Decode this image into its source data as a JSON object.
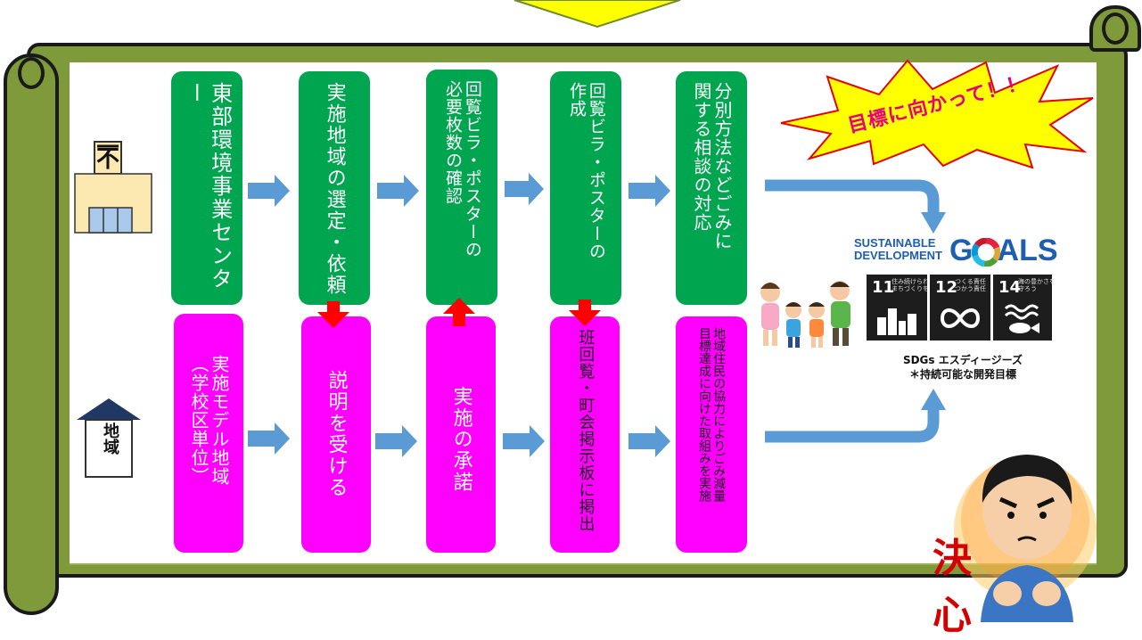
{
  "top_row": [
    "東部環境事業センター",
    "実施地域の選定・依頼",
    "回覧ビラ・ポスターの\n必要枚数の確認",
    "回覧ビラ・ポスターの\n作成",
    "分別方法などごみに\n関する相談の対応"
  ],
  "bottom_row": [
    "実施モデル地域\n（学校区単位）",
    "説明を受ける",
    "実施の承諾",
    "班回覧・町会掲示板に掲出",
    "地域住民の協力によりごみ減量\n目標達成に向けた取組みを実施"
  ],
  "bottom_label": "地域",
  "callout": "目標に向かって！！",
  "sdgs": {
    "logo_line1": "SUSTAINABLE",
    "logo_line2": "DEVELOPMENT",
    "logo_goals": "G   ALS",
    "goals": [
      {
        "num": "11",
        "caption": "住み続けられる\nまちづくりを"
      },
      {
        "num": "12",
        "caption": "つくる責任\nつかう責任"
      },
      {
        "num": "14",
        "caption": "海の豊かさを\n守ろう"
      }
    ],
    "caption_line1": "SDGs  エスディージーズ",
    "caption_line2": "＊持続可能な開発目標"
  },
  "resolve": "決心",
  "colors": {
    "scroll": "#7e9a3b",
    "green_box": "#00a550",
    "magenta_box": "#ff00ff",
    "arrow_blue": "#5b9bd5",
    "arrow_red": "#ff0000",
    "burst_yellow": "#ffff00",
    "callout_text": "#e6007e"
  }
}
